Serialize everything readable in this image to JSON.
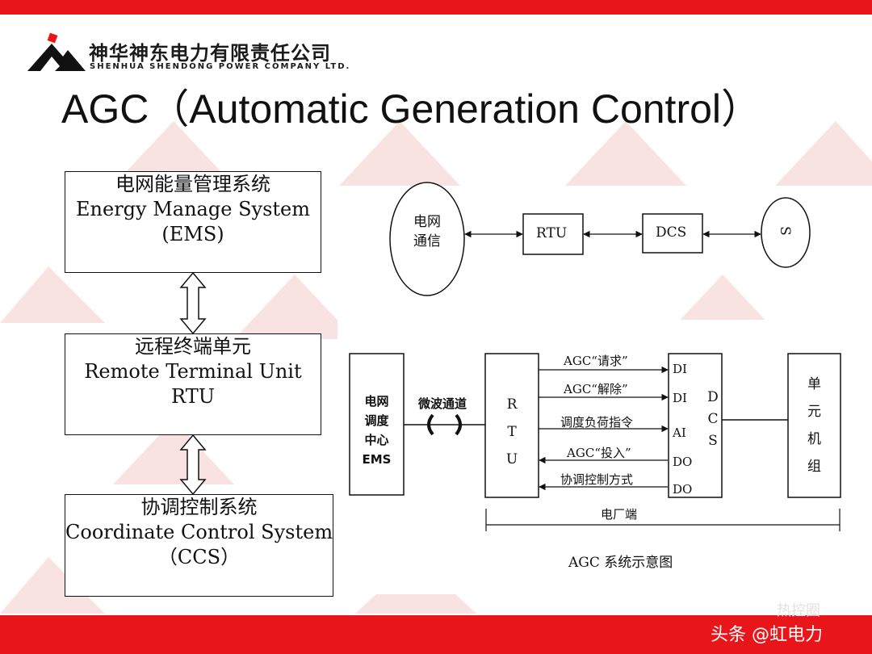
{
  "header": {
    "company_cn": "神华神东电力有限责任公司",
    "company_en": "SHENHUA SHENDONG POWER COMPANY LTD.",
    "title": "AGC（Automatic Generation Control）"
  },
  "left_stack": {
    "ems": {
      "cn": "电网能量管理系统",
      "en": "Energy Manage System",
      "abbr": "(EMS)"
    },
    "rtu": {
      "cn": "远程终端单元",
      "en": "Remote Terminal Unit",
      "abbr": "RTU"
    },
    "ccs": {
      "cn": "协调控制系统",
      "en": "Coordinate Control System",
      "abbr": "（CCS）"
    }
  },
  "top_right_diagram": {
    "grid_comm_line1": "电网",
    "grid_comm_line2": "通信",
    "rtu": "RTU",
    "dcs": "DCS",
    "generator": "S"
  },
  "agc_diagram": {
    "ems_center": [
      "电网",
      "调度",
      "中心",
      "EMS"
    ],
    "channel": "微波通道",
    "rtu_letters": [
      "R",
      "T",
      "U"
    ],
    "signals": [
      "AGC“请求”",
      "AGC“解除”",
      "调度负荷指令",
      "AGC“投入”",
      "协调控制方式"
    ],
    "dcs_ports": [
      "DI",
      "DI",
      "AI",
      "DO",
      "DO"
    ],
    "dcs_letters": [
      "D",
      "C",
      "S"
    ],
    "unit_letters": [
      "单",
      "元",
      "机",
      "组"
    ],
    "plant_side": "电厂端",
    "caption": "AGC 系统示意图"
  },
  "watermark": {
    "faint": "热控圈",
    "text": "头条 @虹电力"
  },
  "colors": {
    "brand_red": "#e8161a",
    "bg_pattern": "#f7dede"
  }
}
